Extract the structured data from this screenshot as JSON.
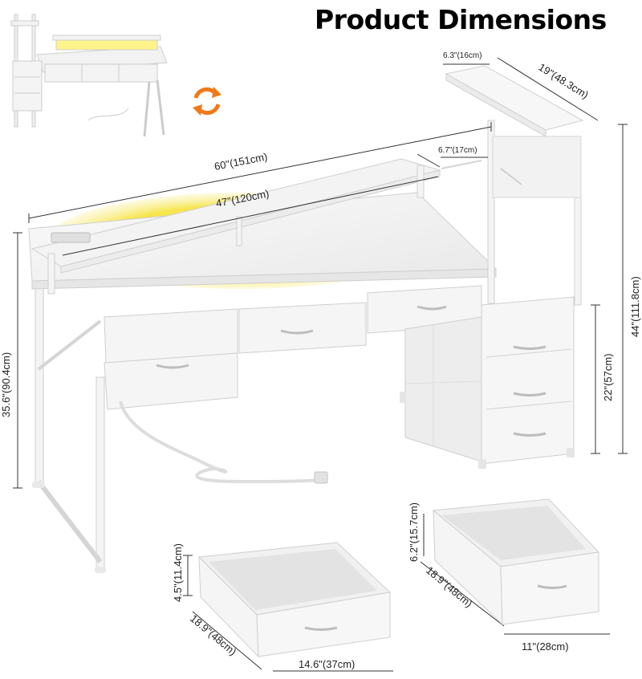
{
  "title": "Product Dimensions",
  "dimensions": {
    "top_depth": "6.3\"(16cm)",
    "top_width": "19\"(48.3cm)",
    "riser_depth": "6.7\"(17cm)",
    "desk_width": "60''(151cm)",
    "riser_width": "47''(120cm)",
    "desk_height": "35.6\"(90.4cm)",
    "shelf_height": "44\"(111.8cm)",
    "cabinet_height": "22\"(57cm)",
    "large_drawer_height": "6.2\"(15.7cm)",
    "large_drawer_depth": "18.9\"(48cm)",
    "large_drawer_width": "11\"(28cm)",
    "small_drawer_height": "4.5\"(11.4cm)",
    "small_drawer_depth": "18.9\"(48cm)",
    "small_drawer_width": "14.6\"(37cm)"
  },
  "colors": {
    "accent": "#f07a1a",
    "led": "#f4e33a",
    "frame": "#f4f4f4",
    "outline": "#c8c8c8"
  },
  "icons": {
    "rotate": "rotate-arrows-icon"
  }
}
